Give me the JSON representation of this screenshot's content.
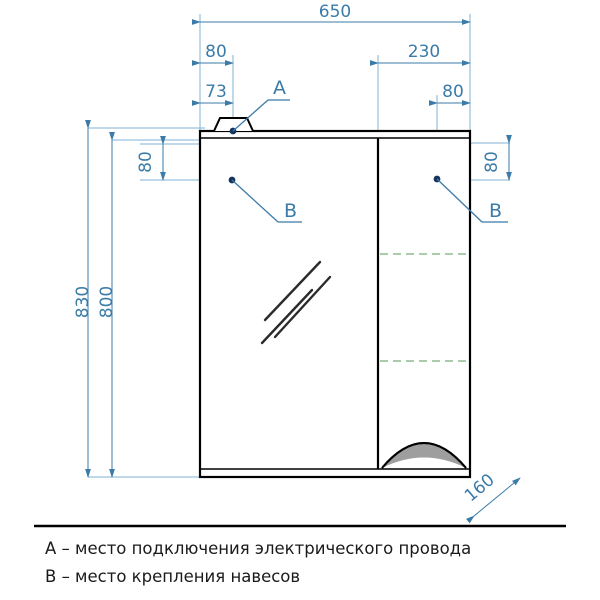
{
  "drawing": {
    "title": "Mirror cabinet technical drawing",
    "units": "mm",
    "dimension_color": "#3b7ba8",
    "outline_color": "#000000",
    "shelf_color": "#8fbc8f",
    "handle_fill": "#9e9e9e"
  },
  "dimensions": {
    "overall_width": "650",
    "top_left_offset": "80",
    "top_left_inner": "73",
    "top_right_offset": "230",
    "top_right_inner": "80",
    "left_outer_height": "830",
    "left_inner_height": "800",
    "left_top_offset": "80",
    "right_top_offset": "80",
    "depth": "160"
  },
  "callouts": {
    "a_label": "A",
    "b_label_left": "B",
    "b_label_right": "B"
  },
  "legend": {
    "line_a": "А – место подключения электрического провода",
    "line_b": "В – место крепления навесов"
  }
}
